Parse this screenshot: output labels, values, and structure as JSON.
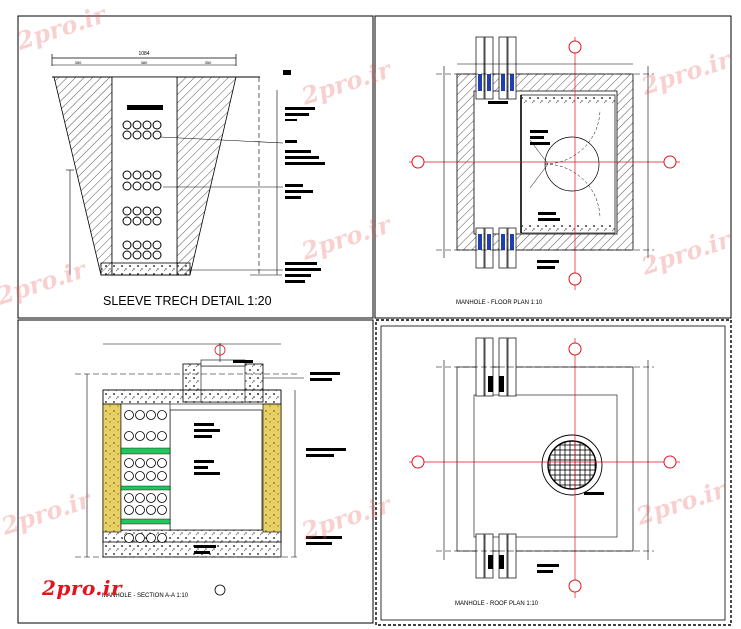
{
  "panels": {
    "trench": {
      "title": "SLEEVE TRECH DETAIL  1:20",
      "dim_total": "1084",
      "dims": [
        "350",
        "380",
        "350"
      ]
    },
    "floor_plan": {
      "title": "MANHOLE - FLOOR PLAN  1:10"
    },
    "section": {
      "title": "MANHOLE - SECTION A-A  1:10"
    },
    "roof_plan": {
      "title": "MANHOLE - ROOF PLAN  1:10"
    }
  },
  "watermark": {
    "text": "2pro.ir"
  },
  "brand": {
    "text": "2pro.ir"
  },
  "colors": {
    "accent": "#e3141b",
    "sleeve_blue": "#1f3fb0",
    "filler_yellow": "#e8d066",
    "spacer_green": "#22c55e",
    "line": "#000000"
  }
}
